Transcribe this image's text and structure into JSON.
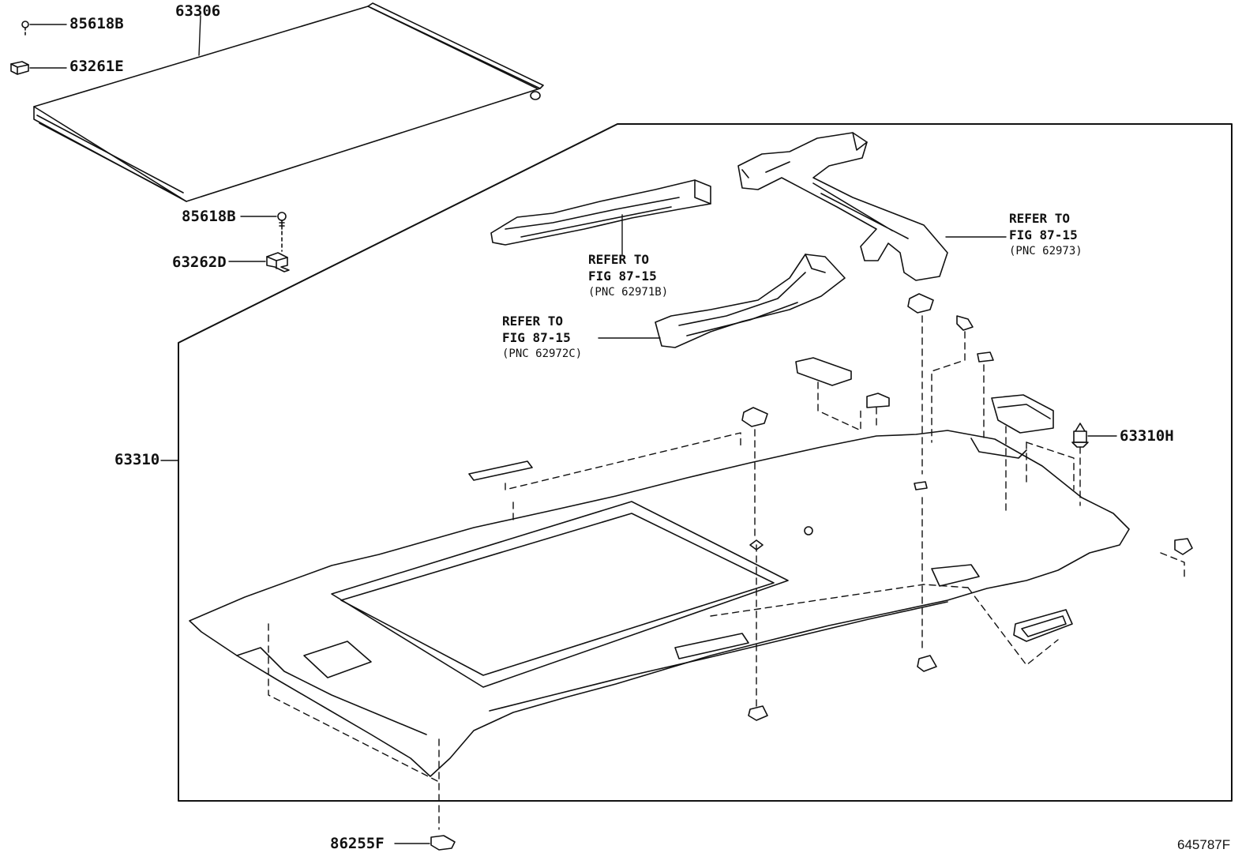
{
  "parts": {
    "p85618b_top": "85618B",
    "p63261e": "63261E",
    "p63306": "63306",
    "p85618b_mid": "85618B",
    "p63262d": "63262D",
    "p63310": "63310",
    "p63310h": "63310H",
    "p86255f": "86255F"
  },
  "references": {
    "ref_b": {
      "line1": "REFER TO",
      "line2": "FIG 87-15",
      "pnc": "(PNC 62971B)"
    },
    "ref_c": {
      "line1": "REFER TO",
      "line2": "FIG 87-15",
      "pnc": "(PNC 62972C)"
    },
    "ref_a": {
      "line1": "REFER TO",
      "line2": "FIG 87-15",
      "pnc": "(PNC 62973)"
    }
  },
  "figure_id": "645787F"
}
